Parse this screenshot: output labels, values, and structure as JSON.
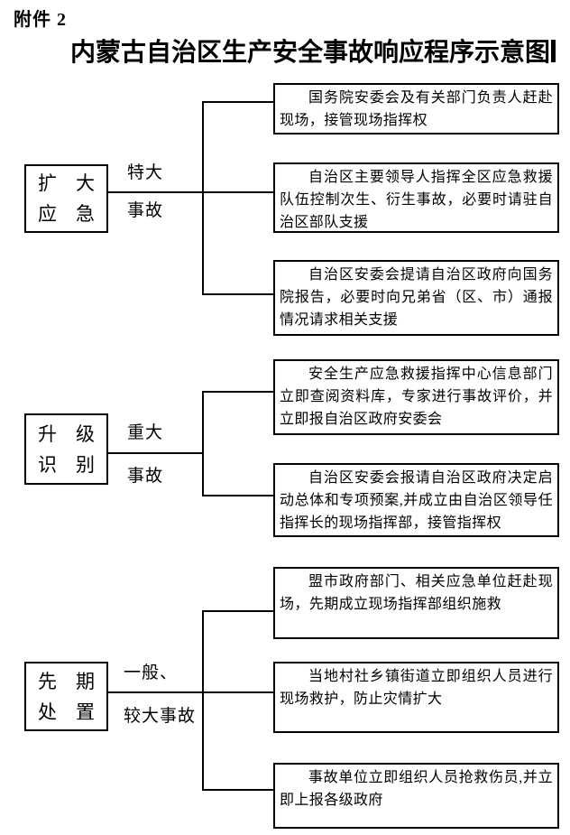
{
  "page": {
    "attachment_label": "附件 2",
    "title": "内蒙古自治区生产安全事故响应程序示意图",
    "colors": {
      "text": "#000000",
      "line": "#000000",
      "background": "#ffffff"
    }
  },
  "groups": [
    {
      "stage_lines": [
        "扩　大",
        "应　急"
      ],
      "condition_lines": [
        "特大",
        "事故"
      ],
      "actions": [
        "国务院安委会及有关部门负责人赶赴现场，接管现场指挥权",
        "自治区主要领导人指挥全区应急救援队伍控制次生、衍生事故，必要时请驻自治区部队支援",
        "自治区安委会提请自治区政府向国务院报告，必要时向兄弟省（区、市）通报情况请求相关支援"
      ]
    },
    {
      "stage_lines": [
        "升　级",
        "识　别"
      ],
      "condition_lines": [
        "重大",
        "事故"
      ],
      "actions": [
        "安全生产应急救援指挥中心信息部门立即查阅资料库，专家进行事故评价，并立即报自治区政府安委会",
        "自治区安委会报请自治区政府决定启动总体和专项预案,并成立由自治区领导任指挥长的现场指挥部，接管指挥权"
      ]
    },
    {
      "stage_lines": [
        "先　期",
        "处　置"
      ],
      "condition_lines": [
        "一般、",
        "较大事故"
      ],
      "actions": [
        "盟市政府部门、相关应急单位赶赴现场，先期成立现场指挥部组织施救",
        "当地村社乡镇街道立即组织人员进行现场救护，防止灾情扩大",
        "事故单位立即组织人员抢救伤员,并立即上报各级政府"
      ]
    }
  ]
}
